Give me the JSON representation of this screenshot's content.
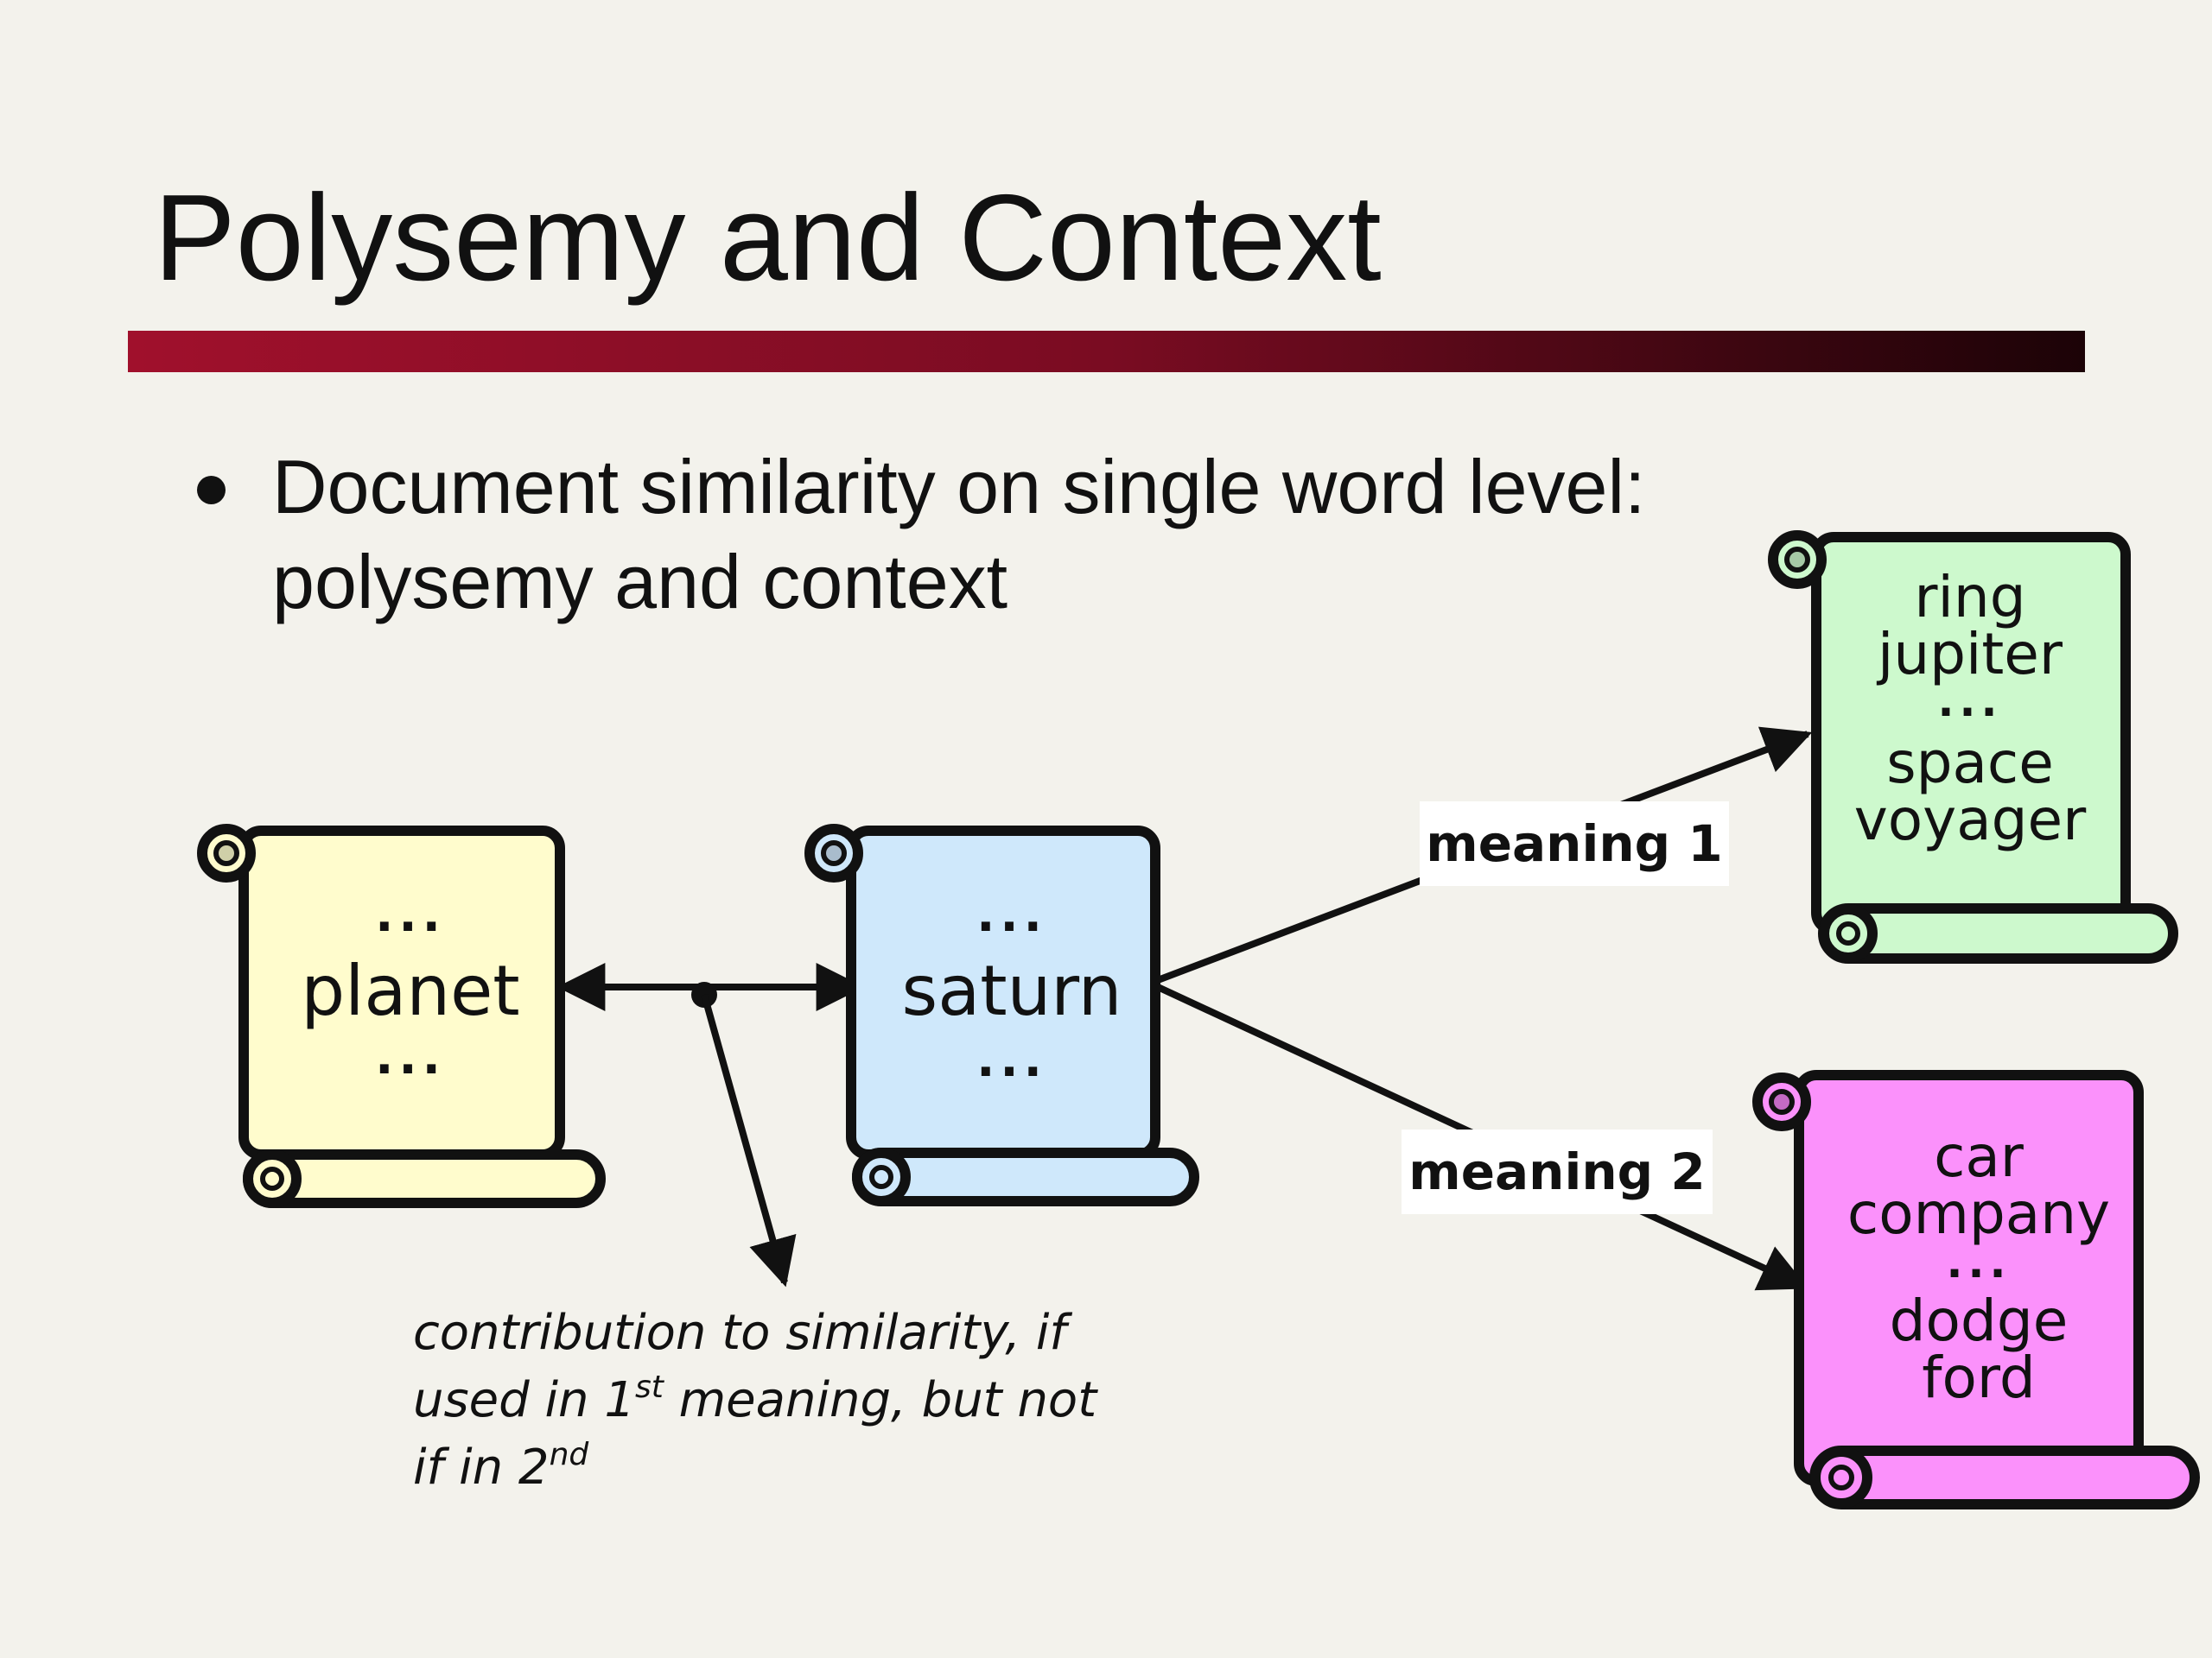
{
  "slide": {
    "title": "Polysemy and Context",
    "bullet": {
      "line1": "Document similarity on single word level:",
      "line2": "polysemy and context"
    }
  },
  "scrolls": {
    "planet": {
      "dots_top": "...",
      "word": "planet",
      "dots_bottom": "...",
      "fill": "#fffccd"
    },
    "saturn": {
      "dots_top": "...",
      "word": "saturn",
      "dots_bottom": "...",
      "fill": "#cfe8fb"
    },
    "meaning1_doc": {
      "line1": "ring",
      "line2": "jupiter",
      "dots": "...",
      "line3": "space",
      "line4": "voyager",
      "fill": "#cdf9cd"
    },
    "meaning2_doc": {
      "line1": "car",
      "line2": "company",
      "dots": "...",
      "line3": "dodge",
      "line4": "ford",
      "fill": "#fb91fb"
    }
  },
  "labels": {
    "meaning1": "meaning 1",
    "meaning2": "meaning 2"
  },
  "caption": {
    "line1": "contribution to similarity, if",
    "line2_a": "used in 1",
    "line2_sup": "st",
    "line2_b": " meaning, but not",
    "line3_a": "if in 2",
    "line3_sup": "nd"
  },
  "colors": {
    "title_bar_start": "#a0102c",
    "title_bar_end": "#1c0307",
    "background": "#f3f2ec"
  }
}
